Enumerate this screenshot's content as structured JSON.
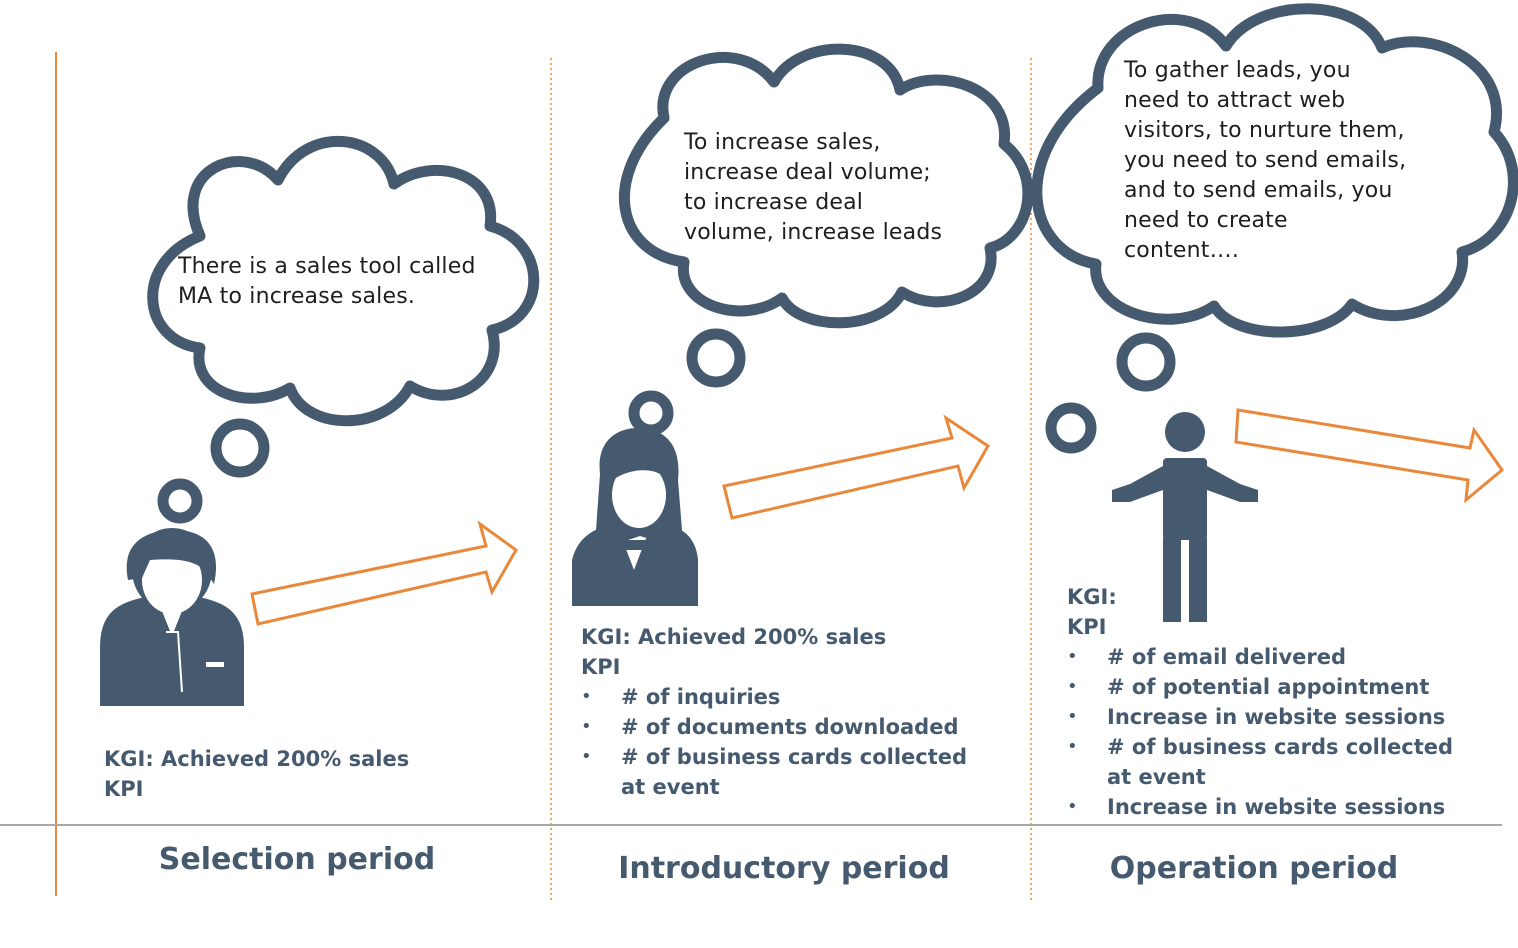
{
  "stages": [
    {
      "period": "Selection period",
      "thought": [
        "There is a sales tool called",
        "MA to increase sales."
      ],
      "kgi": "KGI: Achieved 200% sales",
      "kpi_label": "KPI",
      "kpis": []
    },
    {
      "period": "Introductory period",
      "thought": [
        "To increase sales,",
        "increase deal volume;",
        "to increase deal",
        "volume, increase leads"
      ],
      "kgi": "KGI: Achieved 200% sales",
      "kpi_label": "KPI",
      "kpis": [
        "# of inquiries",
        "# of documents downloaded",
        "# of business cards collected at event"
      ]
    },
    {
      "period": "Operation period",
      "thought": [
        "To gather leads, you",
        "need to attract web",
        "visitors, to nurture them,",
        "you need to send emails,",
        "and to send emails, you",
        "need to create",
        "content…."
      ],
      "kgi": "KGI:",
      "kpi_label": "KPI",
      "kpis": [
        "# of email delivered",
        "# of potential appointment",
        "Increase in website sessions",
        "# of business cards collected at event",
        "Increase in website sessions"
      ]
    }
  ],
  "colors": {
    "figure": "#465a6f",
    "arrow": "#e9883a",
    "divider": "#e9883a",
    "baseline": "#a8a8a8",
    "bubble_outline": "#465a6f"
  },
  "icons": [
    "businessman-icon",
    "businesswoman-icon",
    "shrugging-person-icon",
    "thought-bubble-icon",
    "arrow-right-icon"
  ]
}
